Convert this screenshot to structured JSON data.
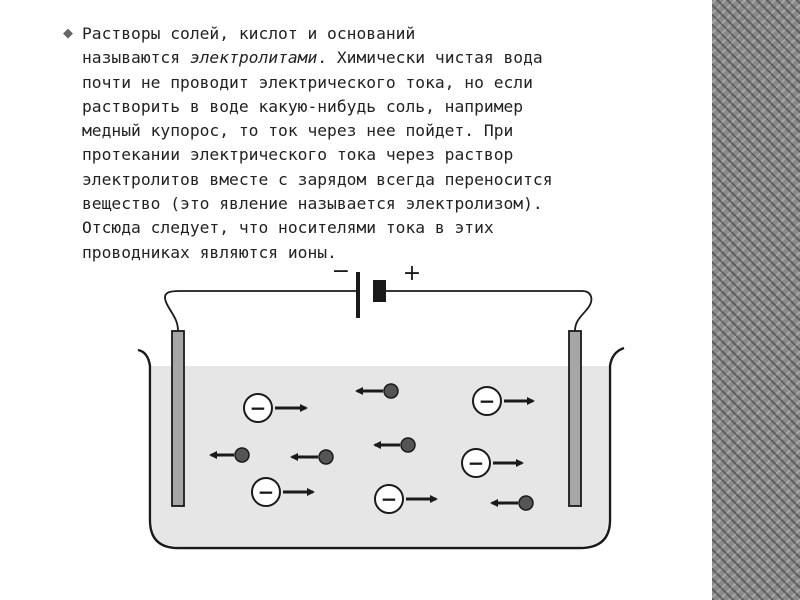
{
  "slide": {
    "bullet_symbol": "◆",
    "text_before": "Растворы солей, кислот и оснований\nназываются ",
    "text_emphasis": "электролитами",
    "text_after": ". Химически чистая вода\nпочти не проводит электрического тока, но если\nрастворить в воде какую-нибудь соль, например\nмедный купорос, то ток через нее пойдет. При\nпротекании электрического тока через раствор\nэлектролитов вместе с зарядом всегда переносится\nвещество (это явление называется электролизом).\nОтсюда следует, что носителями тока в этих\nпроводниках являются ионы."
  },
  "diagram": {
    "battery_minus_label": "−",
    "battery_plus_label": "+",
    "anion_sign": "−",
    "colors": {
      "line": "#1a1a1a",
      "solution": "#e6e6e6",
      "electrode": "#a6a6a6",
      "cation": "#555555"
    }
  }
}
